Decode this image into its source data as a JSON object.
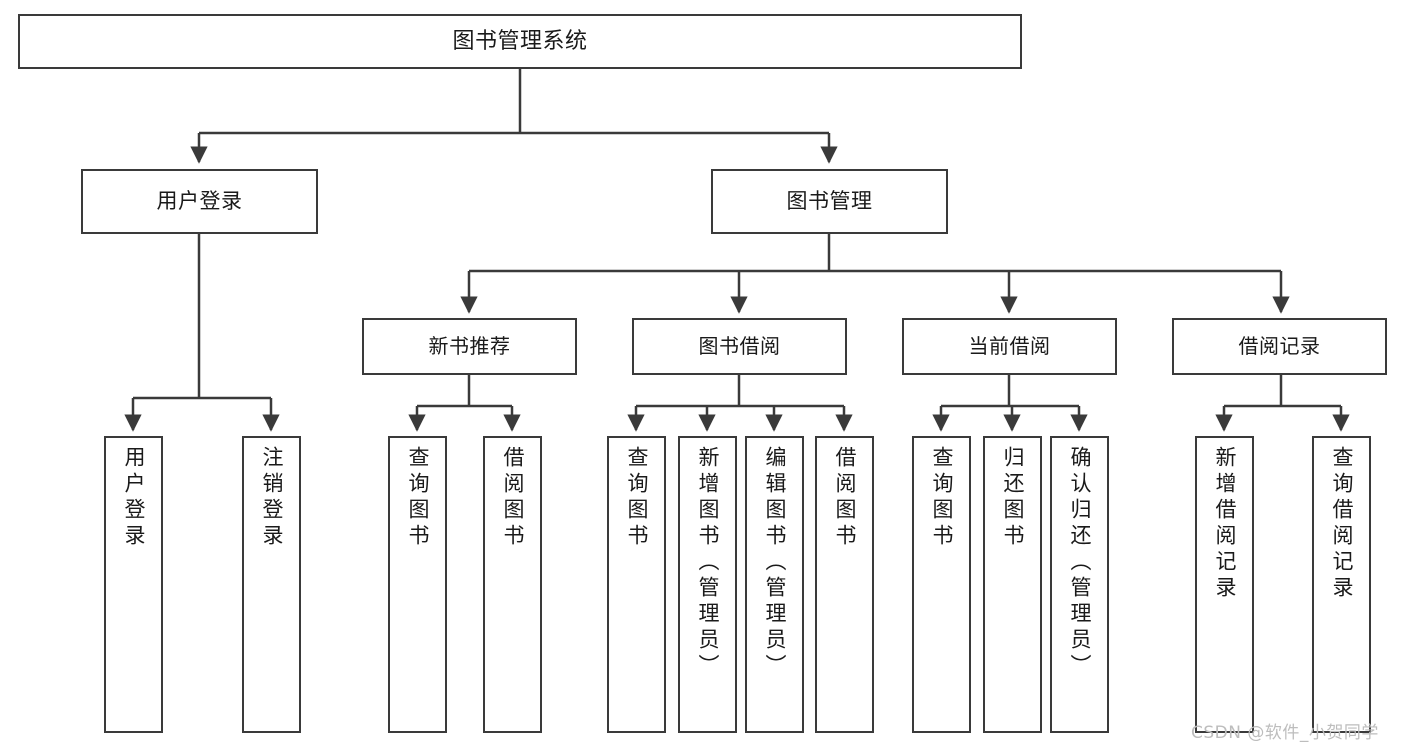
{
  "diagram": {
    "title": "图书管理系统",
    "type": "hierarchy-tree",
    "root": {
      "label": "图书管理系统"
    },
    "level2": [
      {
        "label": "用户登录"
      },
      {
        "label": "图书管理"
      }
    ],
    "level3": [
      {
        "label": "新书推荐"
      },
      {
        "label": "图书借阅"
      },
      {
        "label": "当前借阅"
      },
      {
        "label": "借阅记录"
      }
    ],
    "leaves": [
      {
        "label": "用户登录",
        "parent": "用户登录"
      },
      {
        "label": "注销登录",
        "parent": "用户登录"
      },
      {
        "label": "查询图书",
        "parent": "新书推荐"
      },
      {
        "label": "借阅图书",
        "parent": "新书推荐"
      },
      {
        "label": "查询图书",
        "parent": "图书借阅"
      },
      {
        "label": "新增图书（管理员）",
        "parent": "图书借阅"
      },
      {
        "label": "编辑图书（管理员）",
        "parent": "图书借阅"
      },
      {
        "label": "借阅图书",
        "parent": "图书借阅"
      },
      {
        "label": "查询图书",
        "parent": "当前借阅"
      },
      {
        "label": "归还图书",
        "parent": "当前借阅"
      },
      {
        "label": "确认归还（管理员）",
        "parent": "当前借阅"
      },
      {
        "label": "新增借阅记录",
        "parent": "借阅记录"
      },
      {
        "label": "查询借阅记录",
        "parent": "借阅记录"
      }
    ]
  },
  "watermark": {
    "text": "CSDN @软件_小贺同学"
  },
  "colors": {
    "stroke": "#3a3a3a",
    "background": "#ffffff",
    "text": "#1a1a1a",
    "watermark": "#bdbdbd"
  }
}
